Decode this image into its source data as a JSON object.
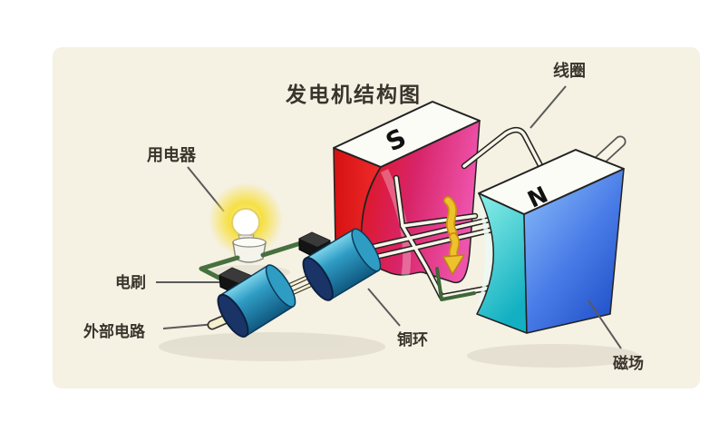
{
  "page": {
    "background": "#ffffff",
    "panel_color": "#f5f1e3"
  },
  "title": {
    "text": "发电机结构图"
  },
  "labels": {
    "coil": "线圈",
    "appliance": "用电器",
    "brush": "电刷",
    "external_circuit": "外部电路",
    "copper_ring": "铜环",
    "magnetic_field": "磁场"
  },
  "magnet_poles": {
    "south": "S",
    "north": "N"
  },
  "colors": {
    "s_magnet_red": "#e31717",
    "s_magnet_magenta": "#ef5fb0",
    "n_magnet_blue": "#2e62d9",
    "n_magnet_cyan": "#22c4cc",
    "copper_ring_cyan": "#2f9cc4",
    "wire_green": "#47703f",
    "bulb_glow_yellow": "#f6e044",
    "rotation_arrow_yellow": "#eec22c",
    "label_text": "#3a342c"
  }
}
